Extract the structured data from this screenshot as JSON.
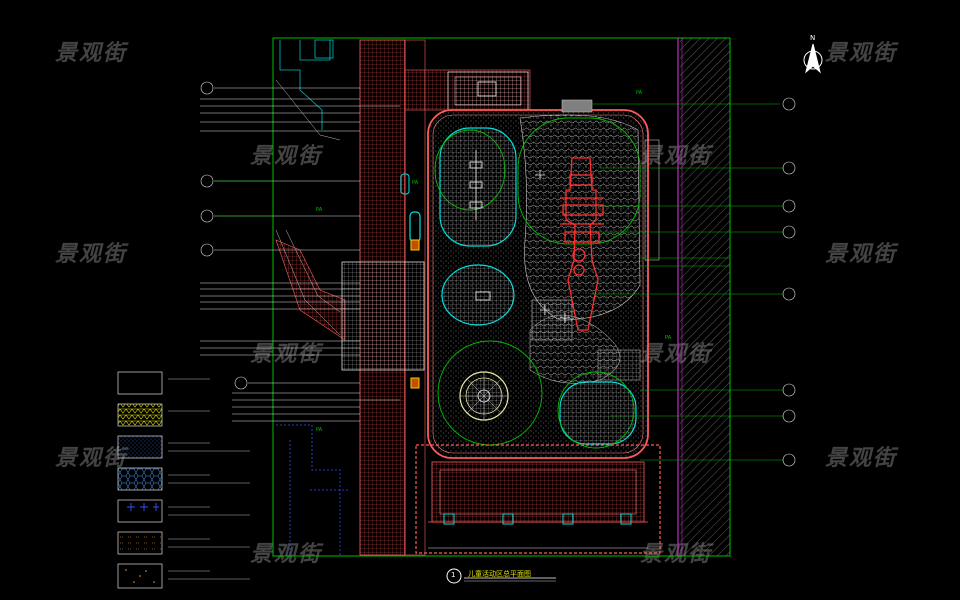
{
  "watermark": "景观街",
  "north_label": "N",
  "pa_label": "PA",
  "title": {
    "number": "1",
    "text": "儿童活动区总平面图"
  },
  "colors": {
    "background": "#000000",
    "boundary": "#00c000",
    "paving": "#ff5a5a",
    "pool": "#00e0e0",
    "tree": "#00c000",
    "sculpture": "#ff3030",
    "callout_text": "#d8d8d8",
    "magenta": "#c030c0"
  }
}
